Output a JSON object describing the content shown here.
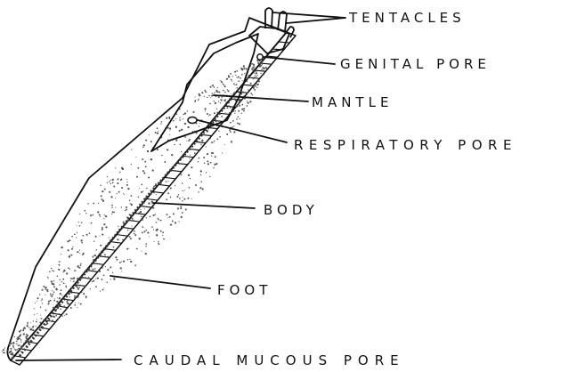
{
  "labels": {
    "tentacles": "TENTACLES",
    "genital_pore": "GENITAL PORE",
    "mantle": "MANTLE",
    "respiratory_pore": "RESPIRATORY PORE",
    "body": "BODY",
    "foot": "FOOT",
    "caudal_mucous_pore": "CAUDAL MUCOUS PORE"
  },
  "colors": {
    "ink": "#111111",
    "stipple": "#555555",
    "background": "#ffffff"
  }
}
